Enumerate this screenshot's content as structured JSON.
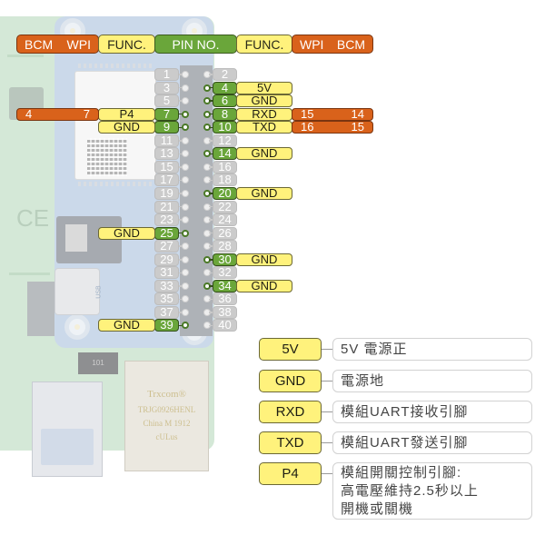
{
  "header": {
    "left_bcm": "BCM",
    "left_wpi": "WPI",
    "left_func": "FUNC.",
    "pin_no": "PIN NO.",
    "right_func": "FUNC.",
    "right_wpi": "WPI",
    "right_bcm": "BCM"
  },
  "pin_rows": [
    {
      "odd": {
        "num": "1",
        "active": false
      },
      "even": {
        "num": "2",
        "active": false
      }
    },
    {
      "odd": {
        "num": "3",
        "active": false
      },
      "even": {
        "num": "4",
        "active": true,
        "func": "5V"
      }
    },
    {
      "odd": {
        "num": "5",
        "active": false
      },
      "even": {
        "num": "6",
        "active": true,
        "func": "GND"
      }
    },
    {
      "odd": {
        "num": "7",
        "active": true,
        "func": "P4",
        "bcm": "4",
        "wpi": "7"
      },
      "even": {
        "num": "8",
        "active": true,
        "func": "RXD",
        "wpi": "15",
        "bcm": "14"
      }
    },
    {
      "odd": {
        "num": "9",
        "active": true,
        "func": "GND"
      },
      "even": {
        "num": "10",
        "active": true,
        "func": "TXD",
        "wpi": "16",
        "bcm": "15"
      }
    },
    {
      "odd": {
        "num": "11",
        "active": false
      },
      "even": {
        "num": "12",
        "active": false
      }
    },
    {
      "odd": {
        "num": "13",
        "active": false
      },
      "even": {
        "num": "14",
        "active": true,
        "func": "GND"
      }
    },
    {
      "odd": {
        "num": "15",
        "active": false
      },
      "even": {
        "num": "16",
        "active": false
      }
    },
    {
      "odd": {
        "num": "17",
        "active": false
      },
      "even": {
        "num": "18",
        "active": false
      }
    },
    {
      "odd": {
        "num": "19",
        "active": false
      },
      "even": {
        "num": "20",
        "active": true,
        "func": "GND"
      }
    },
    {
      "odd": {
        "num": "21",
        "active": false
      },
      "even": {
        "num": "22",
        "active": false
      }
    },
    {
      "odd": {
        "num": "23",
        "active": false
      },
      "even": {
        "num": "24",
        "active": false
      }
    },
    {
      "odd": {
        "num": "25",
        "active": true,
        "func": "GND"
      },
      "even": {
        "num": "26",
        "active": false
      }
    },
    {
      "odd": {
        "num": "27",
        "active": false
      },
      "even": {
        "num": "28",
        "active": false
      }
    },
    {
      "odd": {
        "num": "29",
        "active": false
      },
      "even": {
        "num": "30",
        "active": true,
        "func": "GND"
      }
    },
    {
      "odd": {
        "num": "31",
        "active": false
      },
      "even": {
        "num": "32",
        "active": false
      }
    },
    {
      "odd": {
        "num": "33",
        "active": false
      },
      "even": {
        "num": "34",
        "active": true,
        "func": "GND"
      }
    },
    {
      "odd": {
        "num": "35",
        "active": false
      },
      "even": {
        "num": "36",
        "active": false
      }
    },
    {
      "odd": {
        "num": "37",
        "active": false
      },
      "even": {
        "num": "38",
        "active": false
      }
    },
    {
      "odd": {
        "num": "39",
        "active": true,
        "func": "GND"
      },
      "even": {
        "num": "40",
        "active": false
      }
    }
  ],
  "legend": [
    {
      "key": "5V",
      "description": "5V 電源正"
    },
    {
      "key": "GND",
      "description": "電源地"
    },
    {
      "key": "RXD",
      "description": "模組UART接收引腳"
    },
    {
      "key": "TXD",
      "description": "模組UART發送引腳"
    },
    {
      "key": "P4",
      "description": "模組開關控制引腳:\n高電壓維持2.5秒以上\n開機或關機"
    }
  ],
  "board_photo": {
    "eth_brand": "Trxcom®",
    "eth_model": "TRJG0926HENL",
    "eth_origin": "China M 1912",
    "eth_cert": "cULus",
    "usb_label": "USB",
    "chip_label": "101",
    "ce_mark": "CE"
  },
  "colors": {
    "bcm_wpi_orange": "#d9621b",
    "pin_active_green": "#6aa63a",
    "func_yellow": "#fff27c",
    "pin_inactive_gray": "#cbcbcb"
  }
}
